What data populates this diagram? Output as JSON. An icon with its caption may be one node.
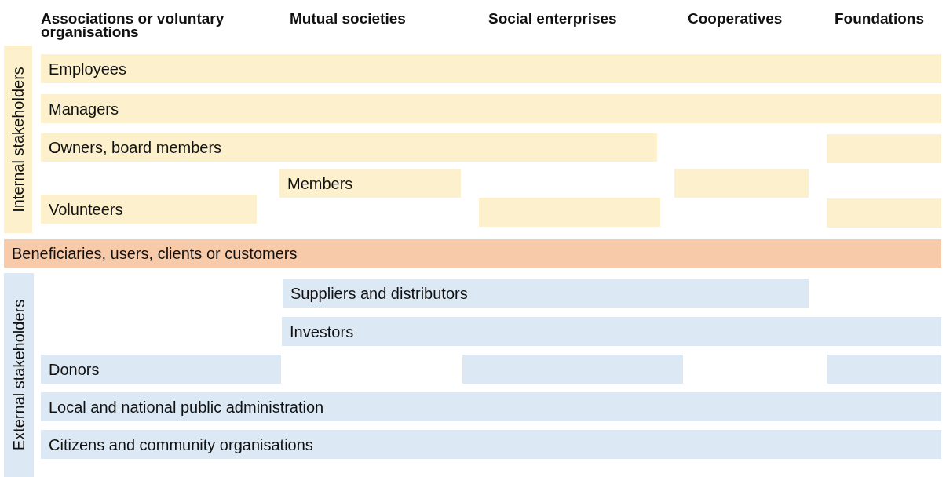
{
  "diagram": {
    "nodes": [
      {
        "text": [
          "Internal stakeholders"
        ]
      },
      {
        "text": [
          "Employees"
        ]
      },
      {
        "text": [
          "Managers"
        ]
      },
      {
        "text": [
          "Owners, board members"
        ]
      },
      {
        "text": [],
        "shape": "bar"
      },
      {
        "text": [
          "Members"
        ]
      },
      {
        "text": [],
        "shape": "bar"
      },
      {
        "text": [
          "Volunteers"
        ]
      },
      {
        "text": [],
        "shape": "bar"
      },
      {
        "text": [],
        "shape": "bar"
      },
      {
        "text": [
          "Beneficiaries, users, clients or customers"
        ]
      },
      {
        "text": [
          "External stakeholders"
        ]
      },
      {
        "text": [
          "Suppliers and distributors"
        ]
      },
      {
        "text": [
          "Investors"
        ]
      },
      {
        "text": [
          "Donors"
        ]
      },
      {
        "text": [],
        "shape": "bar"
      },
      {
        "text": [],
        "shape": "bar"
      },
      {
        "text": [
          "Local and national public administration"
        ]
      },
      {
        "text": [
          "Citizens and community organisations"
        ]
      }
    ],
    "labels": [
      "Associations or voluntary organisations",
      "Mutual societies",
      "Social enterprises",
      "Cooperatives",
      "Foundations"
    ]
  }
}
